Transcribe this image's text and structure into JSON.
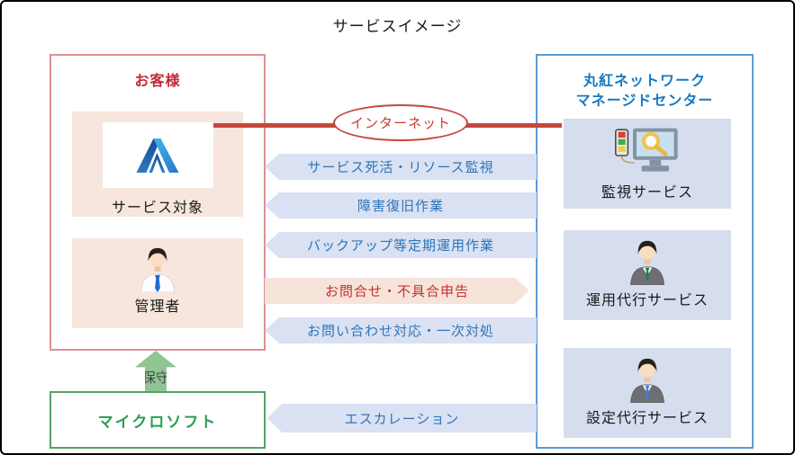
{
  "title": "サービスイメージ",
  "customer": {
    "title": "お客様",
    "items": [
      {
        "label": "サービス対象",
        "icon": "azure-logo"
      },
      {
        "label": "管理者",
        "icon": "administrator-person"
      }
    ]
  },
  "provider": {
    "title_line1": "丸紅ネットワーク",
    "title_line2": "マネージドセンター",
    "services": [
      {
        "label": "監視サービス",
        "icon": "monitoring-monitor"
      },
      {
        "label": "運用代行サービス",
        "icon": "operator-person-green-tie"
      },
      {
        "label": "設定代行サービス",
        "icon": "operator-person-blue-tie"
      }
    ]
  },
  "microsoft": {
    "label": "マイクロソフト"
  },
  "internet": {
    "label": "インターネット"
  },
  "maintenance": {
    "label": "保守"
  },
  "flows": [
    {
      "label": "サービス死活・リソース監視",
      "direction": "to-customer",
      "style": "blue"
    },
    {
      "label": "障害復旧作業",
      "direction": "to-customer",
      "style": "blue"
    },
    {
      "label": "バックアップ等定期運用作業",
      "direction": "to-customer",
      "style": "blue"
    },
    {
      "label": "お問合せ・不具合申告",
      "direction": "to-provider",
      "style": "pink"
    },
    {
      "label": "お問い合わせ対応・一次対処",
      "direction": "to-customer",
      "style": "blue"
    },
    {
      "label": "エスカレーション",
      "direction": "to-microsoft",
      "style": "blue"
    }
  ],
  "colors": {
    "customer-accent": "#c62838",
    "customer-border": "#dd9097",
    "customer-card-bg": "#f7e6dd",
    "provider-accent": "#1878bf",
    "provider-border": "#5b9bd5",
    "provider-card-bg": "#d5ddee",
    "microsoft-accent": "#2b9d52",
    "microsoft-border": "#55a168",
    "flow-blue-bg": "#d9e1f3",
    "flow-blue-text": "#2e75b6",
    "flow-pink-bg": "#f6e3da",
    "flow-pink-text": "#c53030",
    "internet-red": "#c7473b",
    "maintenance-green": "#90c493"
  }
}
